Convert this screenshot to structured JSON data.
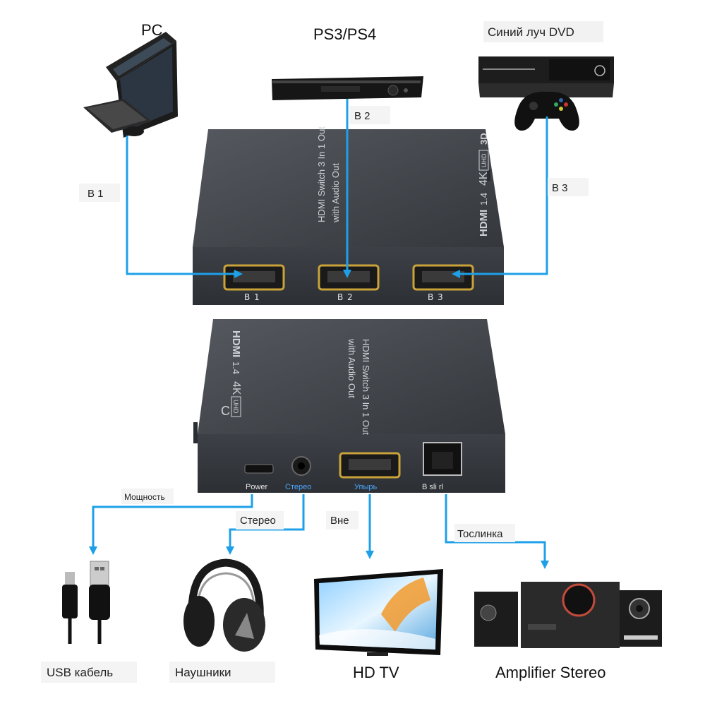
{
  "sources": {
    "pc_label": "PC",
    "ps_label": "PS3/PS4",
    "dvd_label": "Синий луч DVD"
  },
  "inputs": {
    "b1_wire_label": "B 1",
    "b2_wire_label": "B 2",
    "b3_wire_label": "B 3",
    "port_b1": "B 1",
    "port_b2": "B 2",
    "port_b3": "B 3"
  },
  "device": {
    "print_line1": "HDMI Switch 3 In 1 Out",
    "print_line2": "with Audio Out",
    "hdmi_logo": "HDMI",
    "hdmi_version": "1.4",
    "resolution": "4K",
    "uhd_badge": "UHD",
    "badge_3d": "3D",
    "side_letter": "C"
  },
  "outputs": {
    "port_power": "Power",
    "port_stereo": "Стерео",
    "port_upyr": "Упырь",
    "port_optical": "B sli rl",
    "wire_power": "Мощность",
    "wire_stereo": "Стерео",
    "wire_hdmi": "Вне",
    "wire_optical": "Тослинка"
  },
  "destinations": {
    "usb_label": "USB кабель",
    "headphones_label": "Наушники",
    "tv_label": "HD TV",
    "amp_label": "Amplifier Stereo"
  },
  "colors": {
    "wire": "#1ea0e8",
    "device_body": "#3a3e44",
    "hdmi_gold": "#c9a23a"
  }
}
